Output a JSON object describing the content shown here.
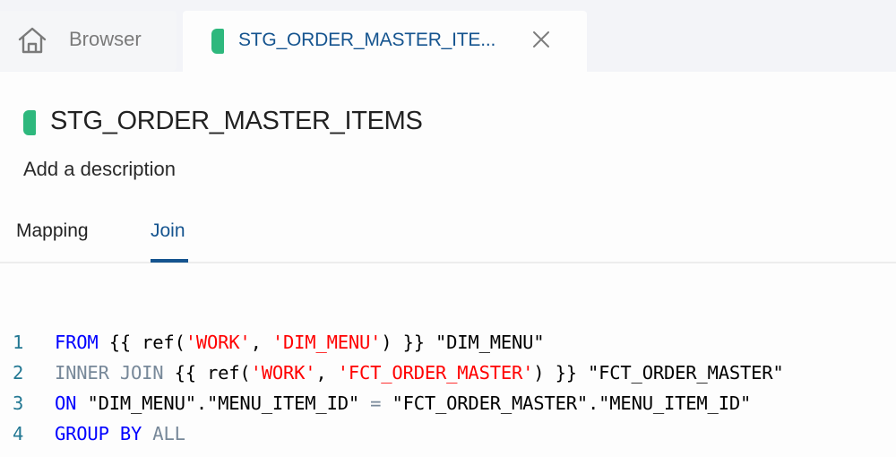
{
  "tabs": {
    "browser": {
      "label": "Browser",
      "icon": "home-icon"
    },
    "active": {
      "label": "STG_ORDER_MASTER_ITE...",
      "icon": "node-color-pill",
      "close_icon": "close-icon"
    }
  },
  "header": {
    "title": "STG_ORDER_MASTER_ITEMS",
    "description_placeholder": "Add a description",
    "node_color": "#2eb87d"
  },
  "subtabs": [
    {
      "label": "Mapping",
      "active": false
    },
    {
      "label": "Join",
      "active": true
    }
  ],
  "colors": {
    "accent": "#15548f",
    "keyword": "#0000ff",
    "secondary_keyword": "#778899",
    "string": "#ff0000",
    "line_number": "#237893"
  },
  "code": {
    "lines": [
      {
        "number": "1",
        "tokens": [
          {
            "t": "kw",
            "v": "FROM"
          },
          {
            "t": "txt",
            "v": " {{ ref("
          },
          {
            "t": "str",
            "v": "'WORK'"
          },
          {
            "t": "txt",
            "v": ", "
          },
          {
            "t": "str",
            "v": "'DIM_MENU'"
          },
          {
            "t": "txt",
            "v": ") }} \"DIM_MENU\""
          }
        ]
      },
      {
        "number": "2",
        "tokens": [
          {
            "t": "kw2",
            "v": "INNER JOIN"
          },
          {
            "t": "txt",
            "v": " {{ ref("
          },
          {
            "t": "str",
            "v": "'WORK'"
          },
          {
            "t": "txt",
            "v": ", "
          },
          {
            "t": "str",
            "v": "'FCT_ORDER_MASTER'"
          },
          {
            "t": "txt",
            "v": ") }} \"FCT_ORDER_MASTER\""
          }
        ]
      },
      {
        "number": "3",
        "tokens": [
          {
            "t": "kw",
            "v": "ON"
          },
          {
            "t": "txt",
            "v": " \"DIM_MENU\".\"MENU_ITEM_ID\" "
          },
          {
            "t": "op",
            "v": "="
          },
          {
            "t": "txt",
            "v": " \"FCT_ORDER_MASTER\".\"MENU_ITEM_ID\""
          }
        ]
      },
      {
        "number": "4",
        "tokens": [
          {
            "t": "kw",
            "v": "GROUP BY"
          },
          {
            "t": "txt",
            "v": " "
          },
          {
            "t": "kw2",
            "v": "ALL"
          }
        ]
      }
    ]
  }
}
